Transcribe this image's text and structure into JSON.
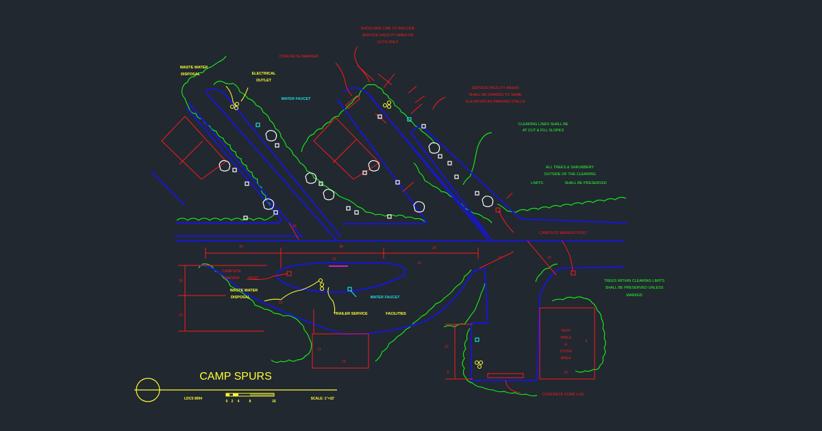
{
  "title": "CAMP SPURS",
  "drawing_id": "LDCS 8004",
  "scale_text": "SCALE: 1\"=32'",
  "scale_ticks": [
    "0",
    "2",
    "4",
    "8",
    "16"
  ],
  "notes": {
    "shoulder_line": [
      "SHOULDER LINE TO INCLUDE",
      "SERVICE FACILITY AREA ON",
      "CUTS ONLY"
    ],
    "concrete_barrier": "CONCRETE BARRIER",
    "service_facility": [
      "SERVICE FACILITY AREAS",
      "SHALL BE GRADED TO SAME",
      "ELEVATION AS PARKING STALLS"
    ],
    "clearing_lines": [
      "CLEARING LINES SHALL BE",
      "AT CUT & FILL SLOPES"
    ],
    "all_trees": [
      "ALL TREES & SHRUBBERY",
      "OUTSIDE OF THE CLEARING",
      "LIMITS",
      "SHALL BE PRESERVED"
    ],
    "campsite_marker_post": "CAMPSITE MARKER POST",
    "trees_within": [
      "TREES WITHIN CLEARING LIMITS",
      "SHALL BE PRESERVED UNLESS",
      "MARKED"
    ],
    "campsite_marker": [
      "CAMPSITE",
      "MARKER"
    ],
    "post": "POST",
    "concrete_curb": "CONCRETE CURB LOG",
    "tent_area": [
      "TENT",
      "TABLE",
      "&",
      "STOVE",
      "AREA"
    ]
  },
  "labels": {
    "waste_water_top": [
      "WASTE WATER",
      "DISPOSAL"
    ],
    "electrical_outlet": [
      "ELECTRICAL",
      "OUTLET"
    ],
    "water_faucet_top": "WATER FAUCET",
    "waste_water_bottom": [
      "WASTE WATER",
      "DISPOSAL"
    ],
    "trailer_service": "TRAILER SERVICE",
    "facilities": "FACILITIES",
    "water_faucet_bottom": "WATER FAUCET"
  },
  "dimensions": [
    "25",
    "40",
    "25",
    "12",
    "16",
    "10",
    "11",
    "15",
    "12",
    "8",
    "5",
    "15",
    "12",
    "12",
    "15",
    "15",
    "10"
  ],
  "colors": {
    "background": "#212830",
    "road": "#1818c8",
    "vegetation": "#19e619",
    "annotation": "#ff1a1a",
    "label": "#ffff33",
    "utility": "#22dddd",
    "tree": "#ffffff"
  }
}
